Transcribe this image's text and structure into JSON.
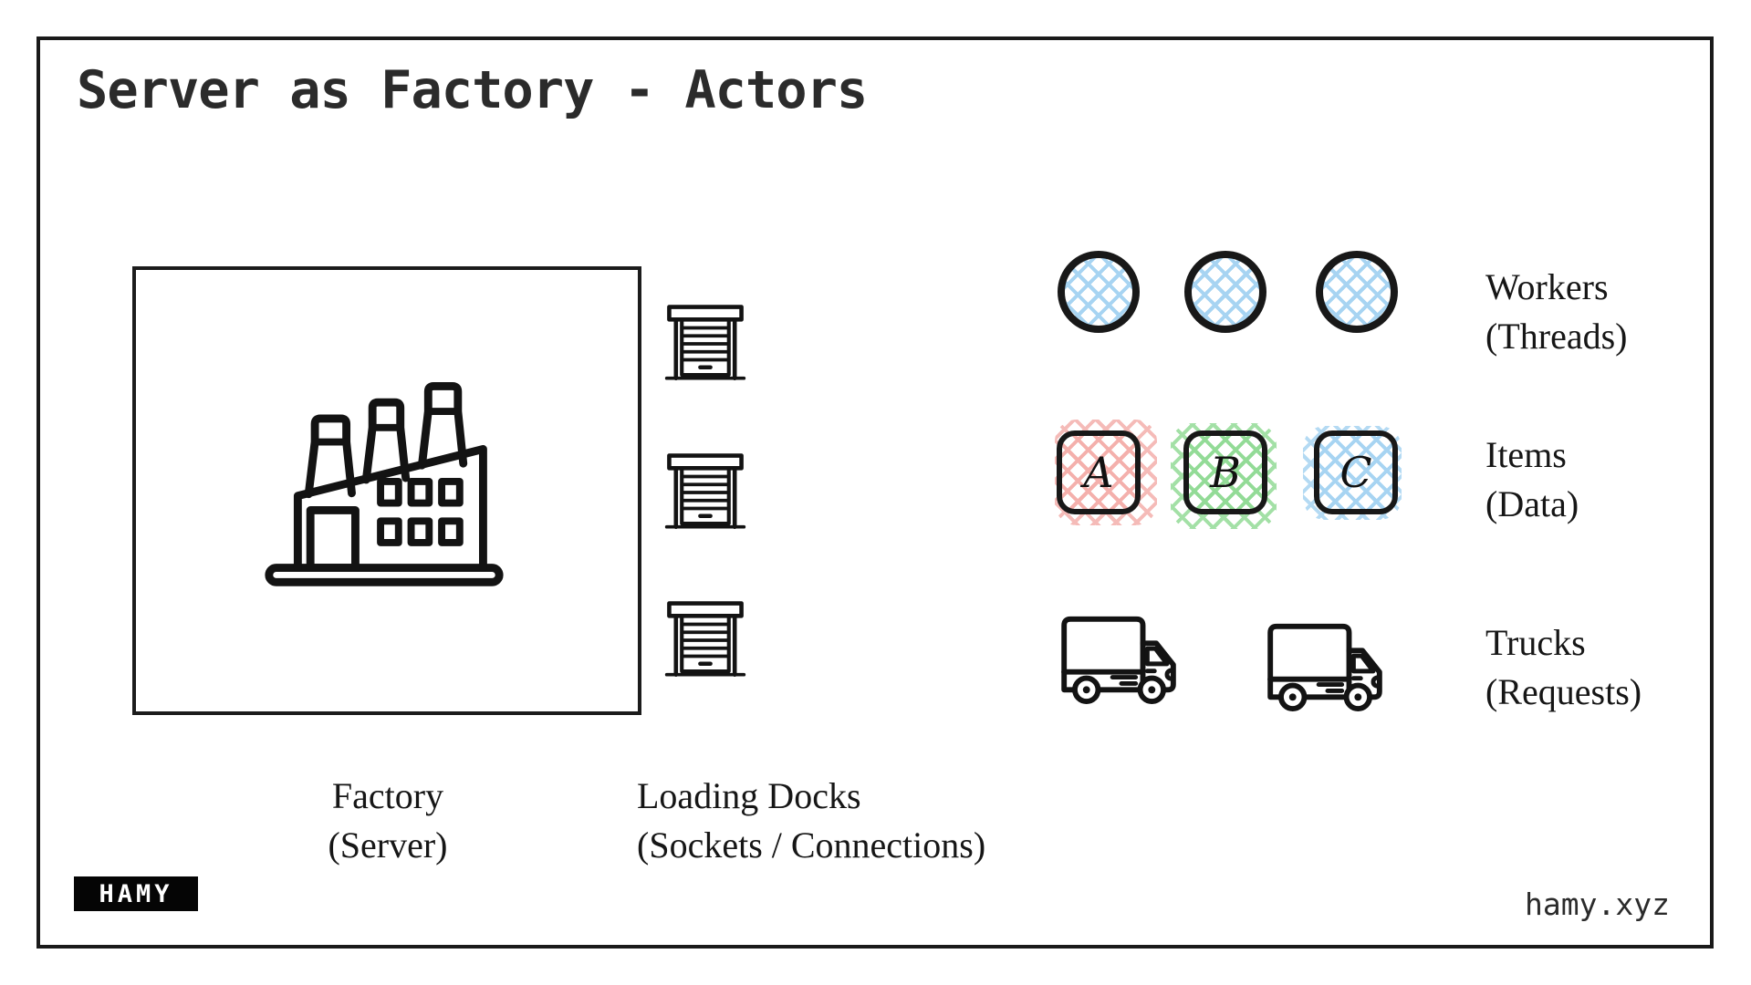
{
  "title": "Server as Factory - Actors",
  "factory": {
    "label": [
      "Factory",
      "(Server)"
    ]
  },
  "docks": {
    "label": [
      "Loading Docks",
      "(Sockets / Connections)"
    ],
    "count": 3
  },
  "workers": {
    "label": [
      "Workers",
      "(Threads)"
    ],
    "count": 3,
    "hatch_color": "#a7d4f2"
  },
  "items": {
    "label": [
      "Items",
      "(Data)"
    ],
    "cells": [
      {
        "letter": "A",
        "hatch_color": "#f4b0ac"
      },
      {
        "letter": "B",
        "hatch_color": "#93db97"
      },
      {
        "letter": "C",
        "hatch_color": "#a7d4f2"
      }
    ]
  },
  "trucks": {
    "label": [
      "Trucks",
      "(Requests)"
    ],
    "count": 2
  },
  "footer": {
    "logo": "HAMY",
    "site": "hamy.xyz"
  },
  "icons": [
    "factory-icon",
    "loading-dock-icon",
    "worker-circle-icon",
    "truck-icon"
  ],
  "colors": {
    "ink": "#1a1a1a",
    "hatch_blue": "#a7d4f2",
    "hatch_pink": "#f4b0ac",
    "hatch_green": "#93db97"
  }
}
